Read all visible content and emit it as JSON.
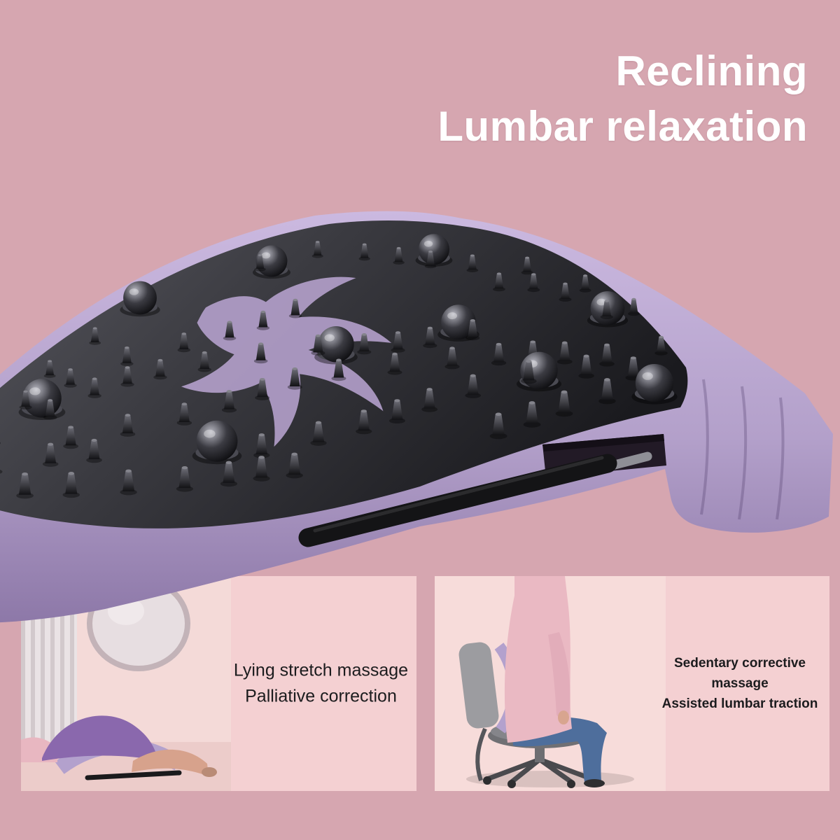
{
  "title": {
    "line1": "Reclining",
    "line2": "Lumbar relaxation"
  },
  "panels": {
    "left": {
      "caption_line1": "Lying stretch massage",
      "caption_line2": "Palliative correction"
    },
    "right": {
      "caption_line1": "Sedentary corrective massage",
      "caption_line2": "Assisted lumbar traction"
    }
  },
  "colors": {
    "background": "#d6a6b0",
    "panel_bg": "#f4d0d2",
    "title_text": "#ffffff",
    "caption_text": "#1c1c1e",
    "device_purple": "#b7a2cd",
    "device_surface": "#2e2e33"
  }
}
